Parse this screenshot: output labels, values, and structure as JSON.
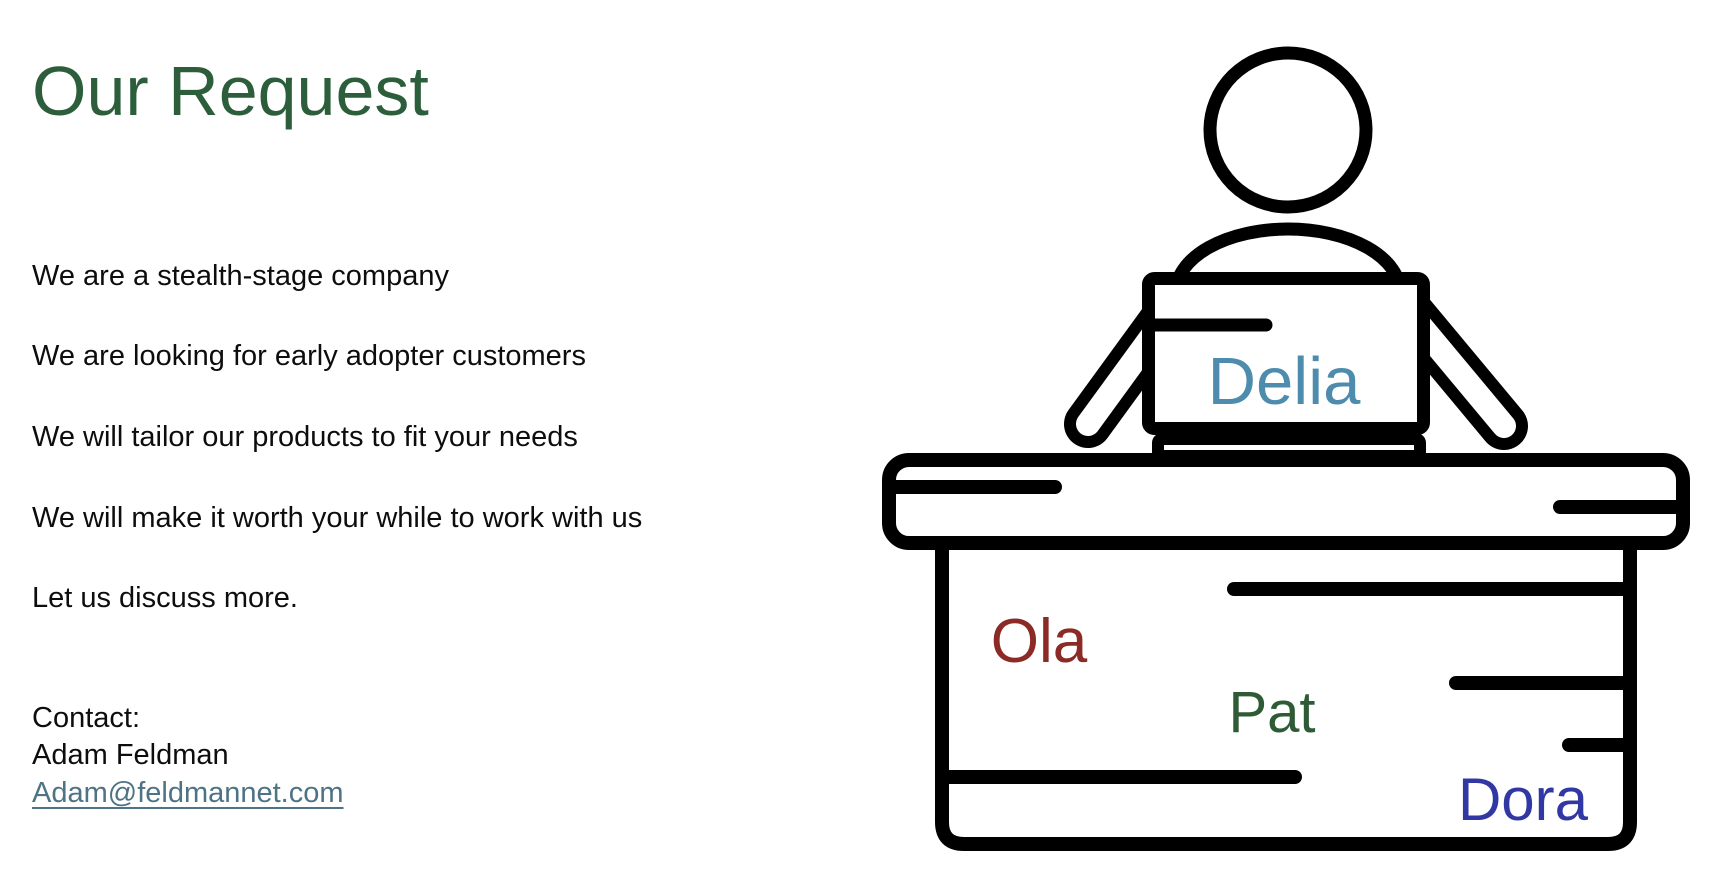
{
  "slide": {
    "background": "#ffffff",
    "title": {
      "text": "Our Request",
      "color": "#2d5e3c"
    },
    "body_lines": [
      "We are a stealth-stage company",
      "We are looking for early adopter customers",
      "We will tailor our products to fit your needs",
      "We will make it worth your while to work with us",
      "Let us discuss more."
    ],
    "contact": {
      "label": "Contact:",
      "name": "Adam Feldman",
      "email": "Adam@feldmannet.com",
      "email_color": "#4e7384"
    },
    "illustration": {
      "stroke_color": "#000000",
      "person_label": {
        "text": "Delia",
        "color": "#4e8cad"
      },
      "desk_labels": [
        {
          "text": "Ola",
          "color": "#8c2b26"
        },
        {
          "text": "Pat",
          "color": "#2e5b35"
        },
        {
          "text": "Dora",
          "color": "#3138a3"
        }
      ]
    }
  }
}
